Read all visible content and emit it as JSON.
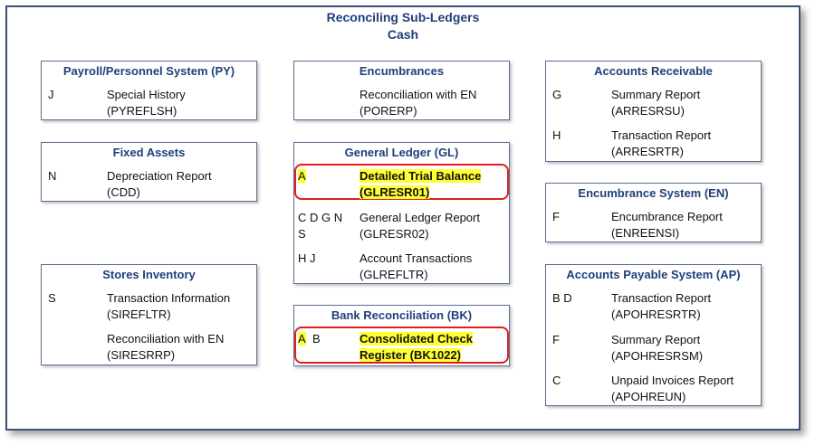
{
  "title": {
    "line1": "Reconciling Sub-Ledgers",
    "line2": "Cash"
  },
  "boxes": {
    "payroll": {
      "title": "Payroll/Personnel System (PY)",
      "rows": [
        {
          "code": "J",
          "label": "Special History",
          "program": "(PYREFLSH)"
        }
      ]
    },
    "fixed_assets": {
      "title": "Fixed Assets",
      "rows": [
        {
          "code": "N",
          "label": "Depreciation Report",
          "program": "(CDD)"
        }
      ]
    },
    "stores": {
      "title": "Stores Inventory",
      "rows": [
        {
          "code": "S",
          "label": "Transaction Information",
          "program": "(SIREFLTR)"
        },
        {
          "code": "",
          "label": "Reconciliation with EN",
          "program": "(SIRESRRP)"
        }
      ]
    },
    "encumbrances": {
      "title": "Encumbrances",
      "rows": [
        {
          "code": "",
          "label": "Reconciliation with EN",
          "program": "(PORERP)"
        }
      ]
    },
    "general_ledger": {
      "title": "General Ledger (GL)",
      "rows": [
        {
          "code": "A",
          "label": "Detailed Trial Balance",
          "program": "(GLRESR01)"
        },
        {
          "code_line1": "C  D  G  N",
          "code_line2": "S",
          "label": "General Ledger Report",
          "program": "(GLRESR02)"
        },
        {
          "code": "H  J",
          "label": "Account Transactions",
          "program": "(GLREFLTR)"
        }
      ]
    },
    "bank_rec": {
      "title": "Bank Reconciliation (BK)",
      "rows": [
        {
          "code_a": "A",
          "code_b": "B",
          "label": "Consolidated Check",
          "program": "Register (BK1022)"
        }
      ]
    },
    "accounts_receivable": {
      "title": "Accounts Receivable",
      "rows": [
        {
          "code": "G",
          "label": "Summary Report",
          "program": "(ARRESRSU)"
        },
        {
          "code": "H",
          "label": "Transaction Report",
          "program": "(ARRESRTR)"
        }
      ]
    },
    "encumbrance_system": {
      "title": "Encumbrance System (EN)",
      "rows": [
        {
          "code": "F",
          "label": "Encumbrance Report",
          "program": "(ENREENSI)"
        }
      ]
    },
    "accounts_payable": {
      "title": "Accounts Payable System (AP)",
      "rows": [
        {
          "code": "B  D",
          "label": "Transaction Report",
          "program": "(APOHRESRTR)"
        },
        {
          "code": "F",
          "label": "Summary Report",
          "program": "(APOHRESRSM)"
        },
        {
          "code": "C",
          "label": "Unpaid Invoices Report",
          "program": "(APOHREUN)"
        }
      ]
    }
  },
  "colors": {
    "title": "#1f3f7a",
    "highlight_fill": "#ffff33",
    "highlight_border": "#e01e1e",
    "frame": "#3b5173"
  }
}
